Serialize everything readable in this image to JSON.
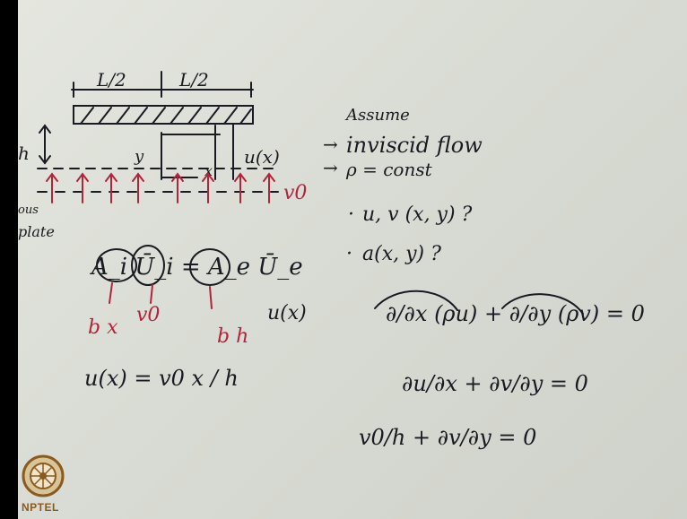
{
  "diagram": {
    "dim_left": "L/2",
    "dim_right": "L/2",
    "height_label": "h",
    "y_label": "y",
    "x_label": "x",
    "ux_label": "u(x)",
    "v0_label": "v0",
    "porous_label_1": "ous",
    "porous_label_2": "plate"
  },
  "assumptions": {
    "heading": "Assume",
    "item1": "inviscid flow",
    "item2": "ρ = const"
  },
  "unknowns": {
    "q1": "u, v (x, y) ?",
    "q2": "a(x, y) ?"
  },
  "mass_balance": {
    "eq1": "A_i Ū_i = A_e Ū_e",
    "sub_ai": "b x",
    "sub_ui": "v0",
    "sub_ae": "b h",
    "sub_ue": "u(x)",
    "result": "u(x) = v0 x / h"
  },
  "continuity": {
    "eq1": "∂/∂x (ρu) + ∂/∂y (ρv) = 0",
    "eq2": "∂u/∂x + ∂v/∂y = 0",
    "eq3": "v0/h + ∂v/∂y = 0"
  },
  "logo": {
    "text": "NPTEL"
  },
  "colors": {
    "board": "#dcdfd7",
    "ink": "#1a1a22",
    "red_ink": "#b3243a",
    "logo": "#8b5a1e"
  }
}
